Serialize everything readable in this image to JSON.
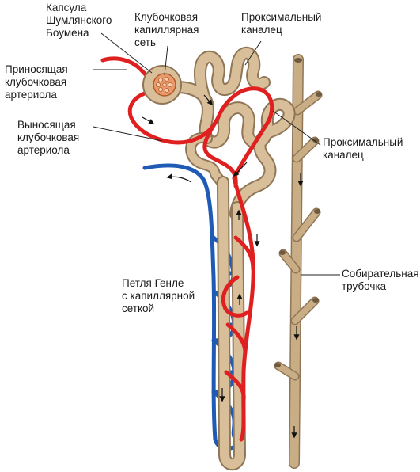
{
  "labels": {
    "capsule": [
      "Капсула",
      "Шумлянского–",
      "Боумена"
    ],
    "glomerulus": [
      "Клубочковая",
      "капиллярная",
      "сеть"
    ],
    "proximal_top": [
      "Проксимальный",
      "каналец"
    ],
    "afferent": [
      "Приносящая",
      "клубочковая",
      "артериола"
    ],
    "efferent": [
      "Выносящая",
      "клубочковая",
      "артериола"
    ],
    "proximal_right": [
      "Проксимальный",
      "каналец"
    ],
    "collecting": [
      "Собирательная",
      "трубочка"
    ],
    "henle": [
      "Петля Генле",
      "с капиллярной",
      "сеткой"
    ]
  },
  "colors": {
    "tubule_fill": "#d8bf99",
    "tubule_edge": "#8f7657",
    "collecting_fill": "#c9ad85",
    "artery": "#e02020",
    "vein": "#1f5bb5",
    "leader": "#222222"
  },
  "icons": {
    "flow_arrow": "arrow-icon"
  }
}
